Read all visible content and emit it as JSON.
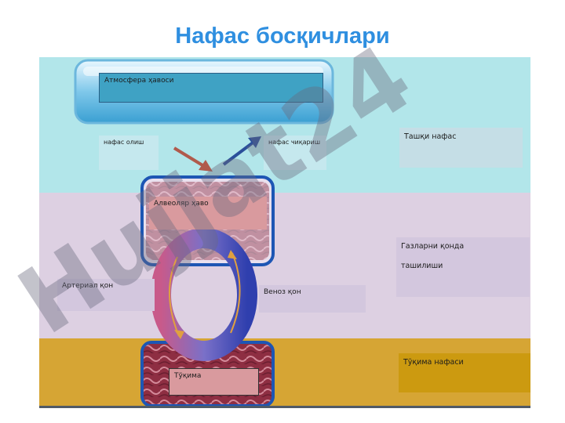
{
  "title": "Нафас босқичлари",
  "labels": {
    "atmosphere": "Атмосфера ҳавоси",
    "inhale": "нафас олиш",
    "exhale": "нафас чиқариш",
    "alveolar": "Алвеоляр ҳаво",
    "arterial": "Артериал қон",
    "venous": "Веноз қон",
    "tissue": "Тўқима"
  },
  "stages": {
    "external": "Ташқи нафас",
    "transport_line1": "Газларни қонда",
    "transport_line2": "ташилиши",
    "tissue_resp": "Тўқима нафаси"
  },
  "watermark": "Hujjat24",
  "colors": {
    "title": "#2f8fe0",
    "top_band": "#b2e6ea",
    "mid_band": "#ddd0e2",
    "bottom_band": "#d6a534",
    "inhale_arrow": "#b05a4c",
    "exhale_arrow": "#2a4f9a"
  }
}
